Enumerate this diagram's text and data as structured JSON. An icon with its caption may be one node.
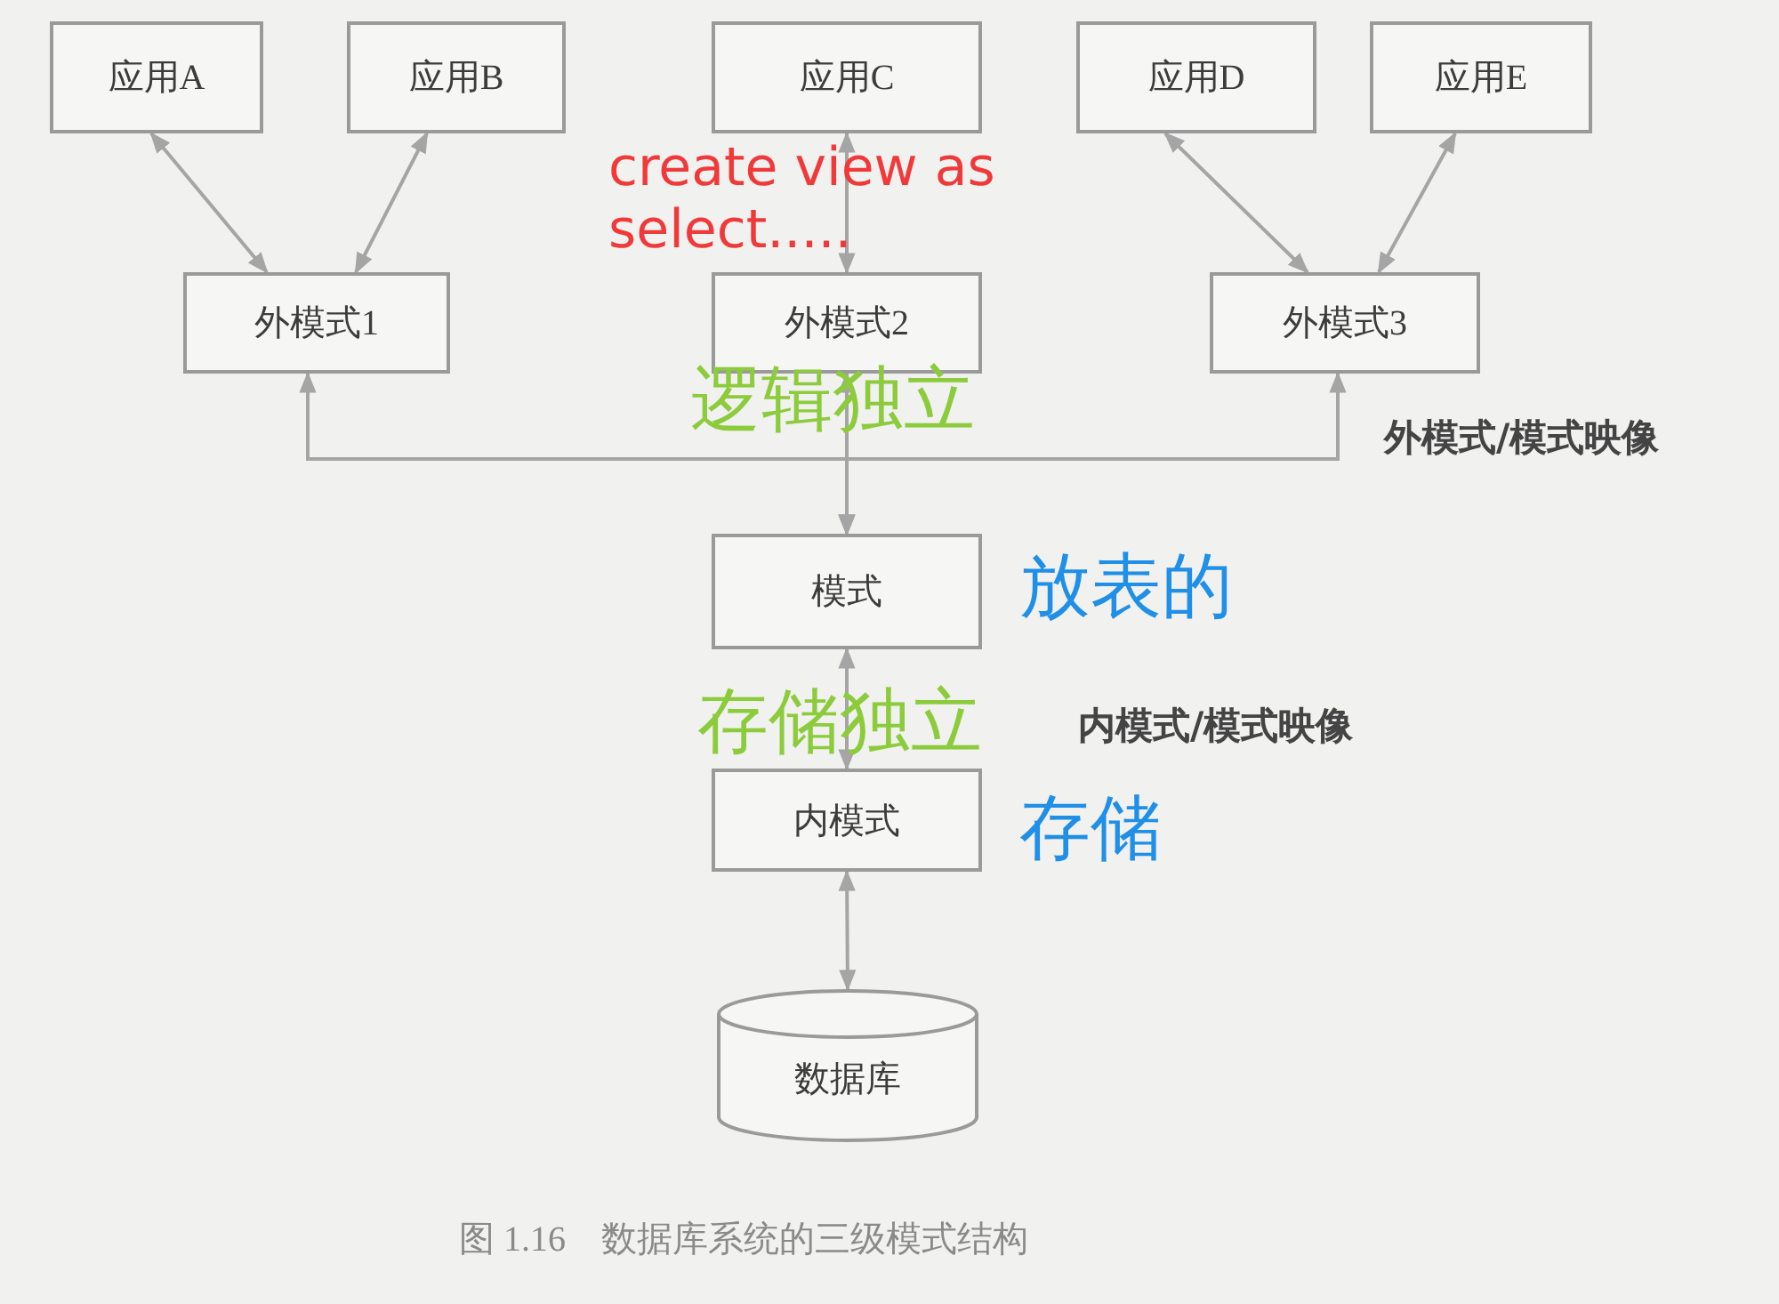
{
  "diagram": {
    "caption": "图 1.16　数据库系统的三级模式结构",
    "nodes": [
      {
        "text": [
          "应用A"
        ]
      },
      {
        "text": [
          "应用B"
        ]
      },
      {
        "text": [
          "应用C"
        ]
      },
      {
        "text": [
          "应用D"
        ]
      },
      {
        "text": [
          "应用E"
        ]
      },
      {
        "text": [
          "外模式1"
        ]
      },
      {
        "text": [
          "外模式2"
        ]
      },
      {
        "text": [
          "外模式3"
        ]
      },
      {
        "text": [
          "模式"
        ]
      },
      {
        "text": [
          "内模式"
        ]
      },
      {
        "text": [
          "数据库"
        ]
      }
    ],
    "edges": [
      {
        "from": 0,
        "to": 5,
        "arrow": "both"
      },
      {
        "from": 1,
        "to": 5,
        "arrow": "both"
      },
      {
        "from": 2,
        "to": 6,
        "arrow": "both"
      },
      {
        "from": 3,
        "to": 7,
        "arrow": "both"
      },
      {
        "from": 4,
        "to": 7,
        "arrow": "both"
      },
      {
        "from": 5,
        "to": 8,
        "arrow": "both"
      },
      {
        "from": 6,
        "to": 8,
        "arrow": "both"
      },
      {
        "from": 7,
        "to": 8,
        "arrow": "both"
      },
      {
        "from": 8,
        "to": 9,
        "arrow": "both"
      },
      {
        "from": 9,
        "to": 10,
        "arrow": "both"
      }
    ],
    "labels": [
      "create view as select.....",
      "逻辑独立",
      "外模式/模式映像",
      "放表的",
      "存储独立",
      "内模式/模式映像",
      "存储"
    ]
  }
}
